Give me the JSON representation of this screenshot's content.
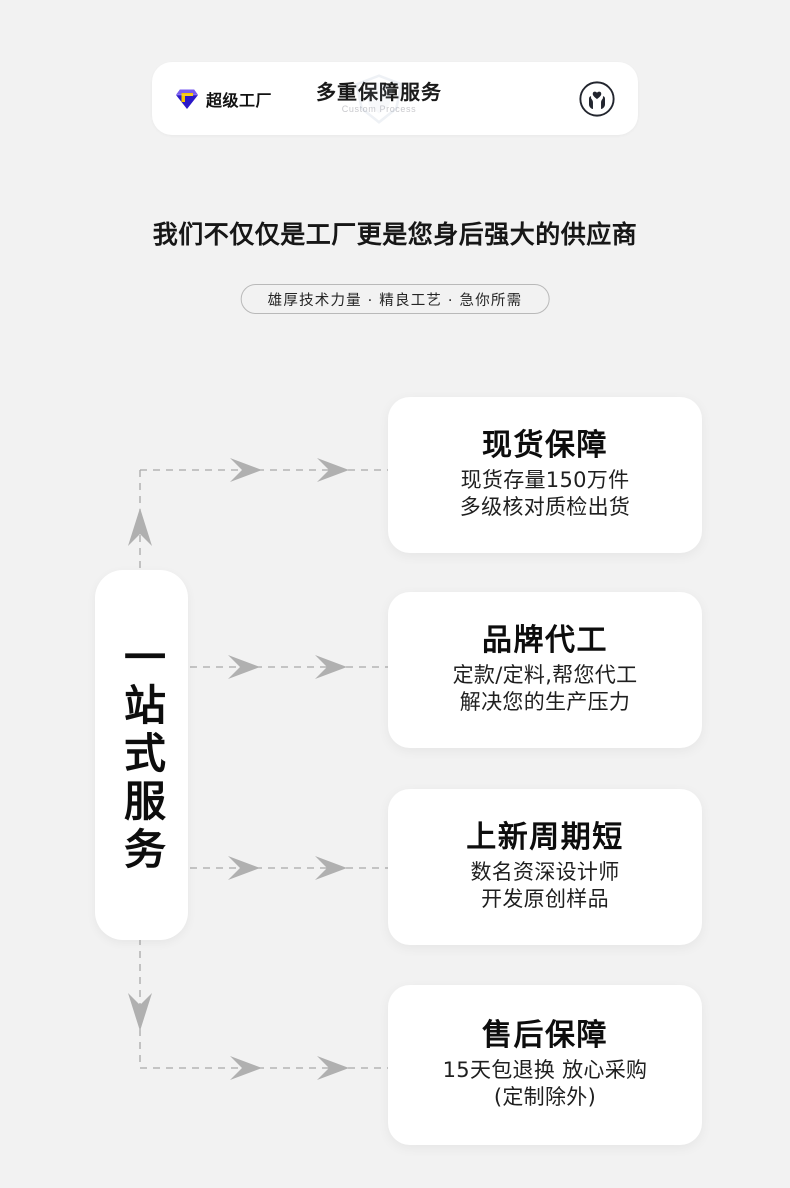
{
  "page": {
    "background_color": "#f2f2f2",
    "card_color": "#ffffff",
    "accent_color": "#4a1fd4",
    "arrow_color": "#b3b3b3"
  },
  "header": {
    "brand_name": "超级工厂",
    "brand_icon": "diamond-gem-icon",
    "title_cn": "多重保障服务",
    "title_en": "Custom Process",
    "right_icon": "hands-holding-heart-icon",
    "watermark_icon": "shield-watermark"
  },
  "headline": "我们不仅仅是工厂更是您身后强大的供应商",
  "subpill": "雄厚技术力量  ·  精良工艺  ·  急你所需",
  "flow": {
    "hub_label": "一站式服务",
    "cards": [
      {
        "title": "现货保障",
        "lines": [
          "现货存量150万件",
          "多级核对质检出货"
        ]
      },
      {
        "title": "品牌代工",
        "lines": [
          "定款/定料,帮您代工",
          "解决您的生产压力"
        ]
      },
      {
        "title": "上新周期短",
        "lines": [
          "数名资深设计师",
          "开发原创样品"
        ]
      },
      {
        "title": "售后保障",
        "lines": [
          "15天包退换 放心采购",
          "(定制除外)"
        ]
      }
    ]
  }
}
